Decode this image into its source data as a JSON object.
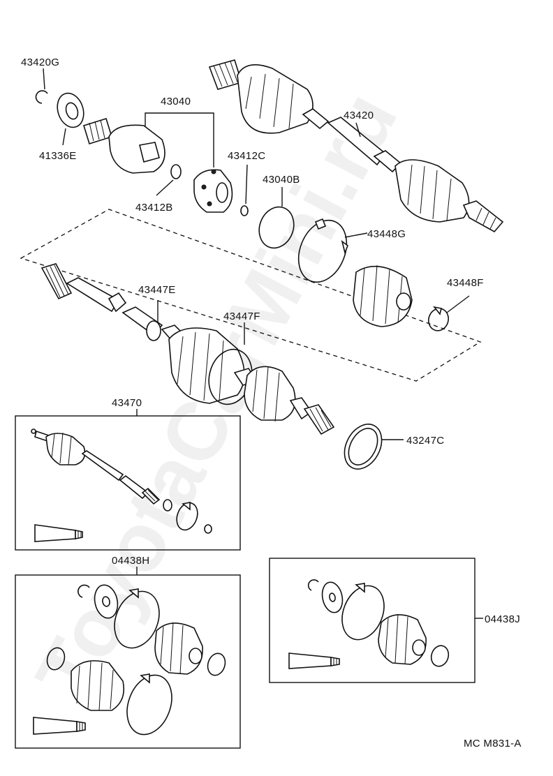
{
  "watermark": "ToyotaCarMini.ru",
  "diagram_code": "MC M831-A",
  "labels": {
    "p43420G": "43420G",
    "p41336E": "41336E",
    "p43040": "43040",
    "p43412B": "43412B",
    "p43412C": "43412C",
    "p43420": "43420",
    "p43040B": "43040B",
    "p43448G": "43448G",
    "p43448F": "43448F",
    "p43447E": "43447E",
    "p43447F": "43447F",
    "p43470": "43470",
    "p43247C": "43247C",
    "p04438H": "04438H",
    "p04438J": "04438J"
  }
}
